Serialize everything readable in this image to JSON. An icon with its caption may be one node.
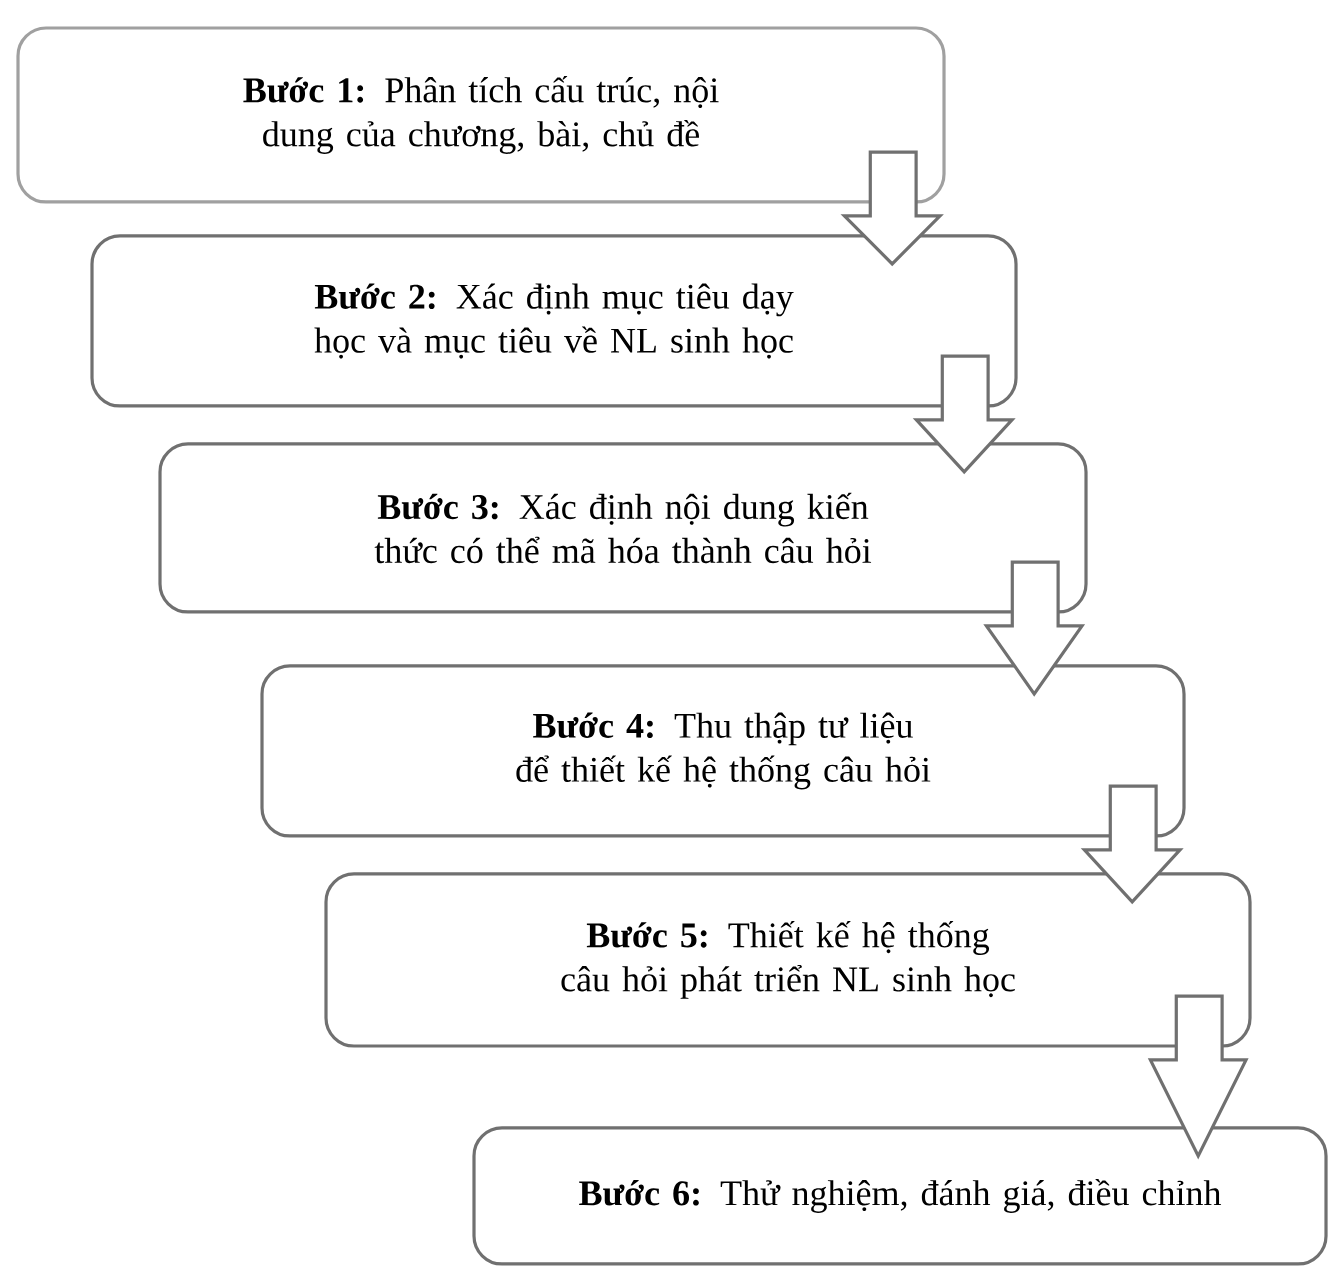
{
  "diagram": {
    "nodes": [
      {
        "text": [
          "**Bước 1:** Phân tích cấu trúc, nội dung của chương, bài, chủ đề"
        ]
      },
      {
        "text": [
          "**Bước 2:** Xác định mục tiêu dạy học và mục tiêu về NL sinh học"
        ]
      },
      {
        "text": [
          "**Bước 3:** Xác định nội dung kiến thức có thể mã hóa thành câu hỏi"
        ]
      },
      {
        "text": [
          "**Bước 4:** Thu thập tư liệu để thiết kế hệ thống câu hỏi"
        ]
      },
      {
        "text": [
          "**Bước 5:** Thiết kế hệ thống câu hỏi phát triển NL sinh học"
        ]
      },
      {
        "text": [
          "**Bước 6:** Thử nghiệm, đánh giá, điều chỉnh"
        ]
      }
    ],
    "edges": [
      {
        "from": 0,
        "to": 1,
        "arrow": "to"
      },
      {
        "from": 1,
        "to": 2,
        "arrow": "to"
      },
      {
        "from": 2,
        "to": 3,
        "arrow": "to"
      },
      {
        "from": 3,
        "to": 4,
        "arrow": "to"
      },
      {
        "from": 4,
        "to": 5,
        "arrow": "to"
      }
    ]
  }
}
